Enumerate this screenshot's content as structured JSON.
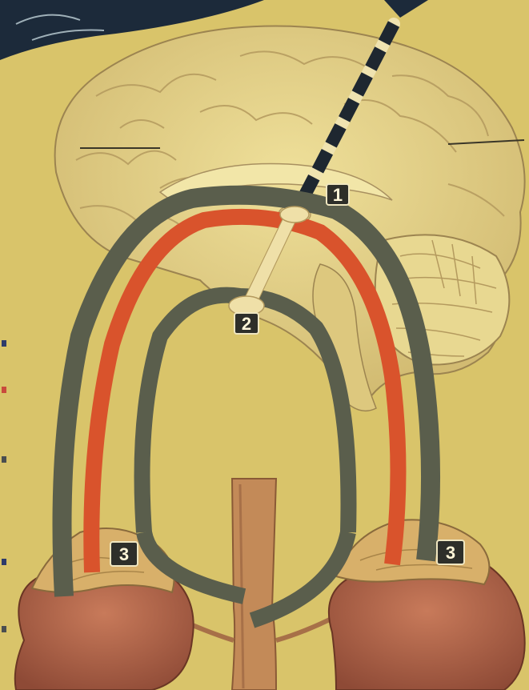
{
  "labels": {
    "l1": "1",
    "l2": "2",
    "l3_left": "3",
    "l3_right": "3"
  },
  "colors": {
    "background": "#d9c46a",
    "brain_fill": "#e6d48a",
    "brain_outline": "#9c8450",
    "red_pathway": "#d9532c",
    "grey_pathway": "#5a5e4c",
    "label_badge": "#2e2f2a",
    "dark_panel": "#1c2a3a",
    "kidney": "#b5654a",
    "adrenal": "#d8b06a",
    "vessel": "#c38a58"
  },
  "icons": {
    "brain": "brain-illustration",
    "kidneys": "kidney-illustration",
    "probe": "striped-probe"
  }
}
